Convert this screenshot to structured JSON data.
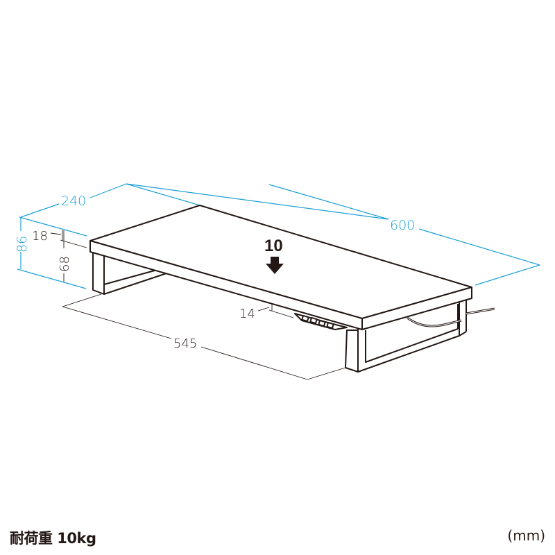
{
  "diagram": {
    "title": "Monitor stand dimension drawing",
    "colors": {
      "outline": "#231815",
      "dimension_accent": "#1a9fd6",
      "background": "#ffffff"
    },
    "dimensions": {
      "depth": "240",
      "width": "600",
      "total_height": "86",
      "board_thickness": "18",
      "leg_inner_height": "68",
      "inner_clearance_width": "545",
      "usb_hub_thickness": "14"
    },
    "load_indicator": {
      "value": "10",
      "icon": "down-arrow-icon"
    }
  },
  "footer": {
    "load_capacity_label": "耐荷重 10kg",
    "unit_label": "(mm)"
  }
}
